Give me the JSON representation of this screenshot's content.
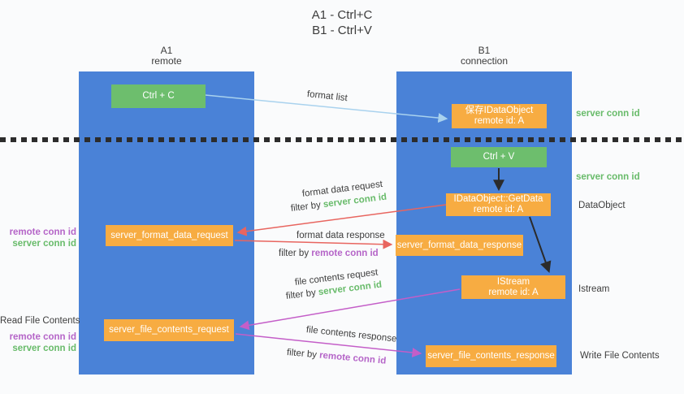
{
  "title": {
    "line1": "A1 - Ctrl+C",
    "line2": "B1 - Ctrl+V"
  },
  "columns": {
    "a1": {
      "name": "A1",
      "subtitle": "remote"
    },
    "b1": {
      "name": "B1",
      "subtitle": "connection"
    }
  },
  "boxes": {
    "ctrl_c": {
      "label": "Ctrl + C"
    },
    "save_idataobject": {
      "line1": "保存IDataObject",
      "line2": "remote id: A"
    },
    "ctrl_v": {
      "label": "Ctrl + V"
    },
    "getdata": {
      "line1": "IDataObject::GetData",
      "line2": "remote id: A"
    },
    "format_request": {
      "label": "server_format_data_request"
    },
    "format_response": {
      "label": "server_format_data_response"
    },
    "istream": {
      "line1": "IStream",
      "line2": "remote id: A"
    },
    "file_request": {
      "label": "server_file_contents_request"
    },
    "file_response": {
      "label": "server_file_contents_response"
    }
  },
  "side_labels": {
    "left": {
      "remote_conn_id_1": "remote conn id",
      "server_conn_id_1": "server conn id",
      "read_file_contents": "Read File Contents",
      "remote_conn_id_2": "remote conn id",
      "server_conn_id_2": "server conn id"
    },
    "right": {
      "server_conn_id_1": "server conn id",
      "server_conn_id_2": "server conn id",
      "dataobject": "DataObject",
      "istream": "Istream",
      "write_file_contents": "Write File Contents"
    }
  },
  "flow_labels": {
    "format_list": "format list",
    "format_data_request": "format data request",
    "format_data_response": "format data response",
    "file_contents_request": "file contents request",
    "file_contents_response": "file contents response",
    "filter_by": "filter by ",
    "server_conn_id": "server conn id",
    "remote_conn_id": "remote conn id"
  },
  "colors": {
    "column_blue": "#4a82d7",
    "box_green": "#6dbe6d",
    "box_orange": "#f7ac42",
    "text_green": "#68bb6a",
    "text_purple": "#b565c8",
    "arrow_blue": "#a9d2ee",
    "arrow_red": "#e8655f",
    "arrow_magenta": "#c45ec8",
    "arrow_black": "#2b2b2b",
    "dash_line": "#2c2c2c"
  }
}
